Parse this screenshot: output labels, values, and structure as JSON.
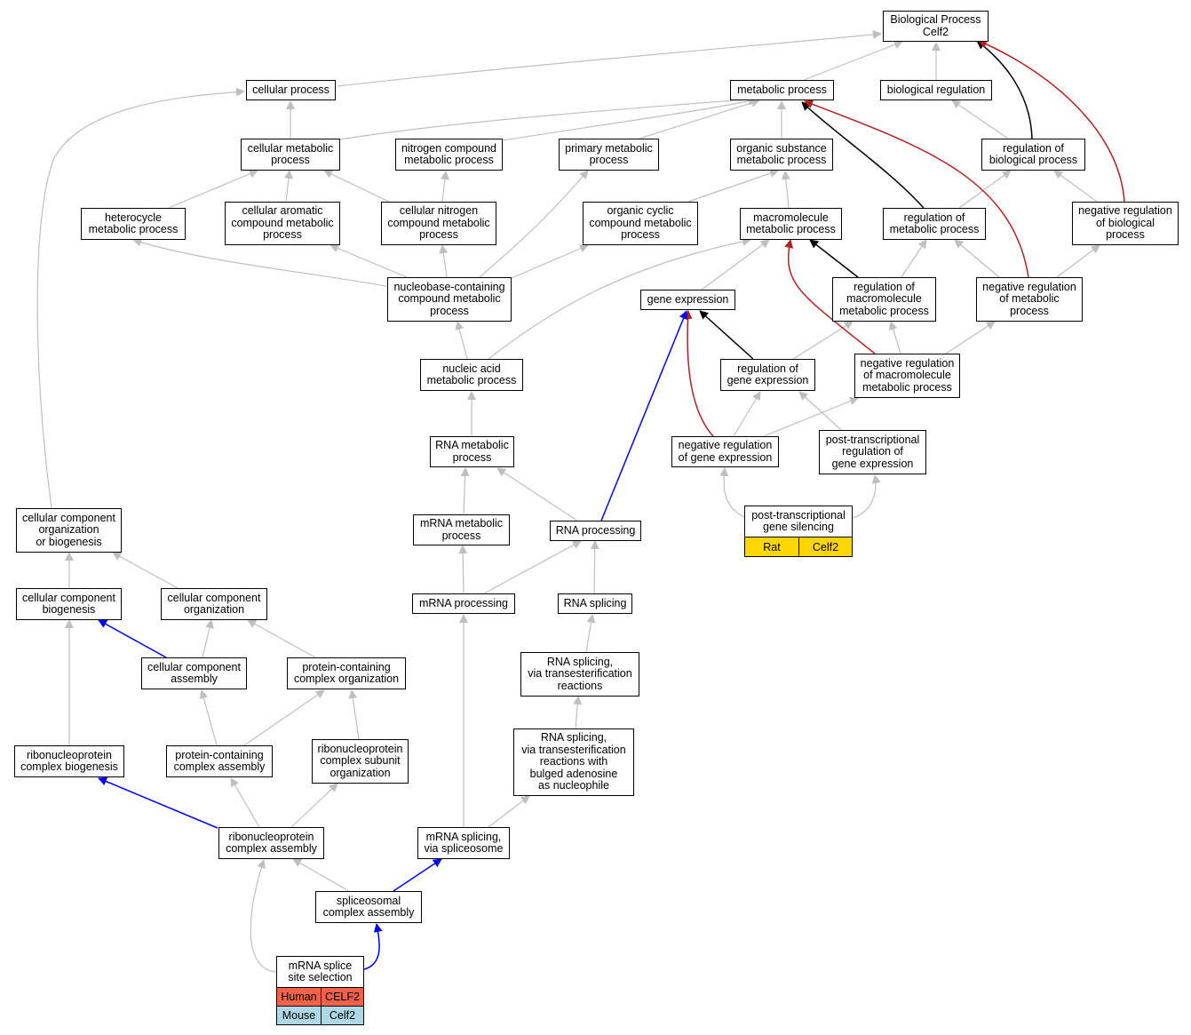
{
  "colors": {
    "default_edge": "#bfbfbf",
    "black_edge": "#000000",
    "red_edge": "#b22222",
    "blue_edge": "#0000ff",
    "human": "#f0624a",
    "mouse": "#add8e6",
    "rat": "#ffd700"
  },
  "nodes": {
    "bp_root": "Biological Process\nCelf2",
    "cellular_process": "cellular process",
    "metabolic_process": "metabolic process",
    "biological_regulation": "biological regulation",
    "cellular_metabolic_process": "cellular metabolic\nprocess",
    "nitrogen_compound_metabolic_process": "nitrogen compound\nmetabolic process",
    "primary_metabolic_process": "primary metabolic\nprocess",
    "organic_substance_metabolic_process": "organic substance\nmetabolic process",
    "regulation_of_biological_process": "regulation of\nbiological process",
    "heterocycle_metabolic_process": "heterocycle\nmetabolic process",
    "cellular_aromatic_compound_metabolic_process": "cellular aromatic\ncompound metabolic\nprocess",
    "cellular_nitrogen_compound_metabolic_process": "cellular nitrogen\ncompound metabolic\nprocess",
    "organic_cyclic_compound_metabolic_process": "organic cyclic\ncompound metabolic\nprocess",
    "macromolecule_metabolic_process": "macromolecule\nmetabolic process",
    "regulation_of_metabolic_process": "regulation of\nmetabolic process",
    "negative_regulation_of_biological_process": "negative regulation\nof biological\nprocess",
    "nucleobase_containing_compound_metabolic_process": "nucleobase-containing\ncompound metabolic\nprocess",
    "gene_expression": "gene expression",
    "regulation_of_macromolecule_metabolic_process": "regulation of\nmacromolecule\nmetabolic process",
    "negative_regulation_of_metabolic_process": "negative regulation\nof metabolic\nprocess",
    "nucleic_acid_metabolic_process": "nucleic acid\nmetabolic process",
    "regulation_of_gene_expression": "regulation of\ngene expression",
    "negative_regulation_of_macromolecule_metabolic_process": "negative regulation\nof macromolecule\nmetabolic process",
    "rna_metabolic_process": "RNA metabolic\nprocess",
    "negative_regulation_of_gene_expression": "negative regulation\nof gene expression",
    "post_transcriptional_regulation_of_gene_expression": "post-transcriptional\nregulation of\ngene expression",
    "cellular_component_organization_or_biogenesis": "cellular component\norganization\nor biogenesis",
    "mrna_metabolic_process": "mRNA metabolic\nprocess",
    "rna_processing": "RNA processing",
    "post_transcriptional_gene_silencing": "post-transcriptional\ngene silencing",
    "cellular_component_biogenesis": "cellular component\nbiogenesis",
    "cellular_component_organization": "cellular component\norganization",
    "mrna_processing": "mRNA processing",
    "rna_splicing": "RNA splicing",
    "cellular_component_assembly": "cellular component\nassembly",
    "protein_containing_complex_organization": "protein-containing\ncomplex organization",
    "rna_splicing_via_transesterification_reactions": "RNA splicing,\nvia transesterification\nreactions",
    "ribonucleoprotein_complex_biogenesis": "ribonucleoprotein\ncomplex biogenesis",
    "protein_containing_complex_assembly": "protein-containing\ncomplex assembly",
    "ribonucleoprotein_complex_subunit_organization": "ribonucleoprotein\ncomplex subunit\norganization",
    "rna_splicing_bulged_adenosine": "RNA splicing,\nvia transesterification\nreactions with\nbulged adenosine\nas nucleophile",
    "ribonucleoprotein_complex_assembly": "ribonucleoprotein\ncomplex assembly",
    "mrna_splicing_via_spliceosome": "mRNA splicing,\nvia spliceosome",
    "spliceosomal_complex_assembly": "spliceosomal\ncomplex assembly",
    "mrna_splice_site_selection": "mRNA splice\nsite selection"
  },
  "annotations": {
    "splice_site_selection": [
      {
        "species": "Human",
        "gene": "CELF2",
        "color": "#f0624a"
      },
      {
        "species": "Mouse",
        "gene": "Celf2",
        "color": "#add8e6"
      }
    ],
    "gene_silencing": [
      {
        "species": "Rat",
        "gene": "Celf2",
        "color": "#ffd700"
      }
    ]
  }
}
